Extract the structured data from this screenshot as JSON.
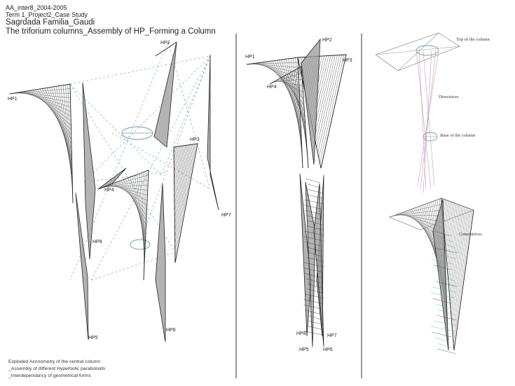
{
  "header": {
    "line1": "AA_inter8_2004-2005",
    "line2": "Term 1_Project2_Case Study",
    "title": "Sagrdada Familia_Gaudi",
    "subtitle": "The triforium columns_Assembly of HP_Forming a Column"
  },
  "exploded": {
    "labels": [
      "HP1",
      "HP2",
      "HP3",
      "HP4",
      "HP8",
      "HP7",
      "HP5",
      "HP6"
    ],
    "caption": [
      "Exploded Axonometry of the central column",
      "_Assembly of different Hyperbolic paraboloids",
      "_Interdependancy of geometrical forms"
    ]
  },
  "assembled": {
    "labels": [
      "HP1",
      "HP2",
      "HP3",
      "HP4",
      "HP8",
      "HP7",
      "HP5",
      "HP6"
    ]
  },
  "geometry": {
    "top": "Top of the column",
    "directrices": "Directrices",
    "base": "Base of the column",
    "generatrices": "Generatrices"
  },
  "colors": {
    "line": "#333333",
    "dash": "#7a9aa8",
    "directrix": "#b48aa8",
    "fill": "#9a9a9a"
  }
}
